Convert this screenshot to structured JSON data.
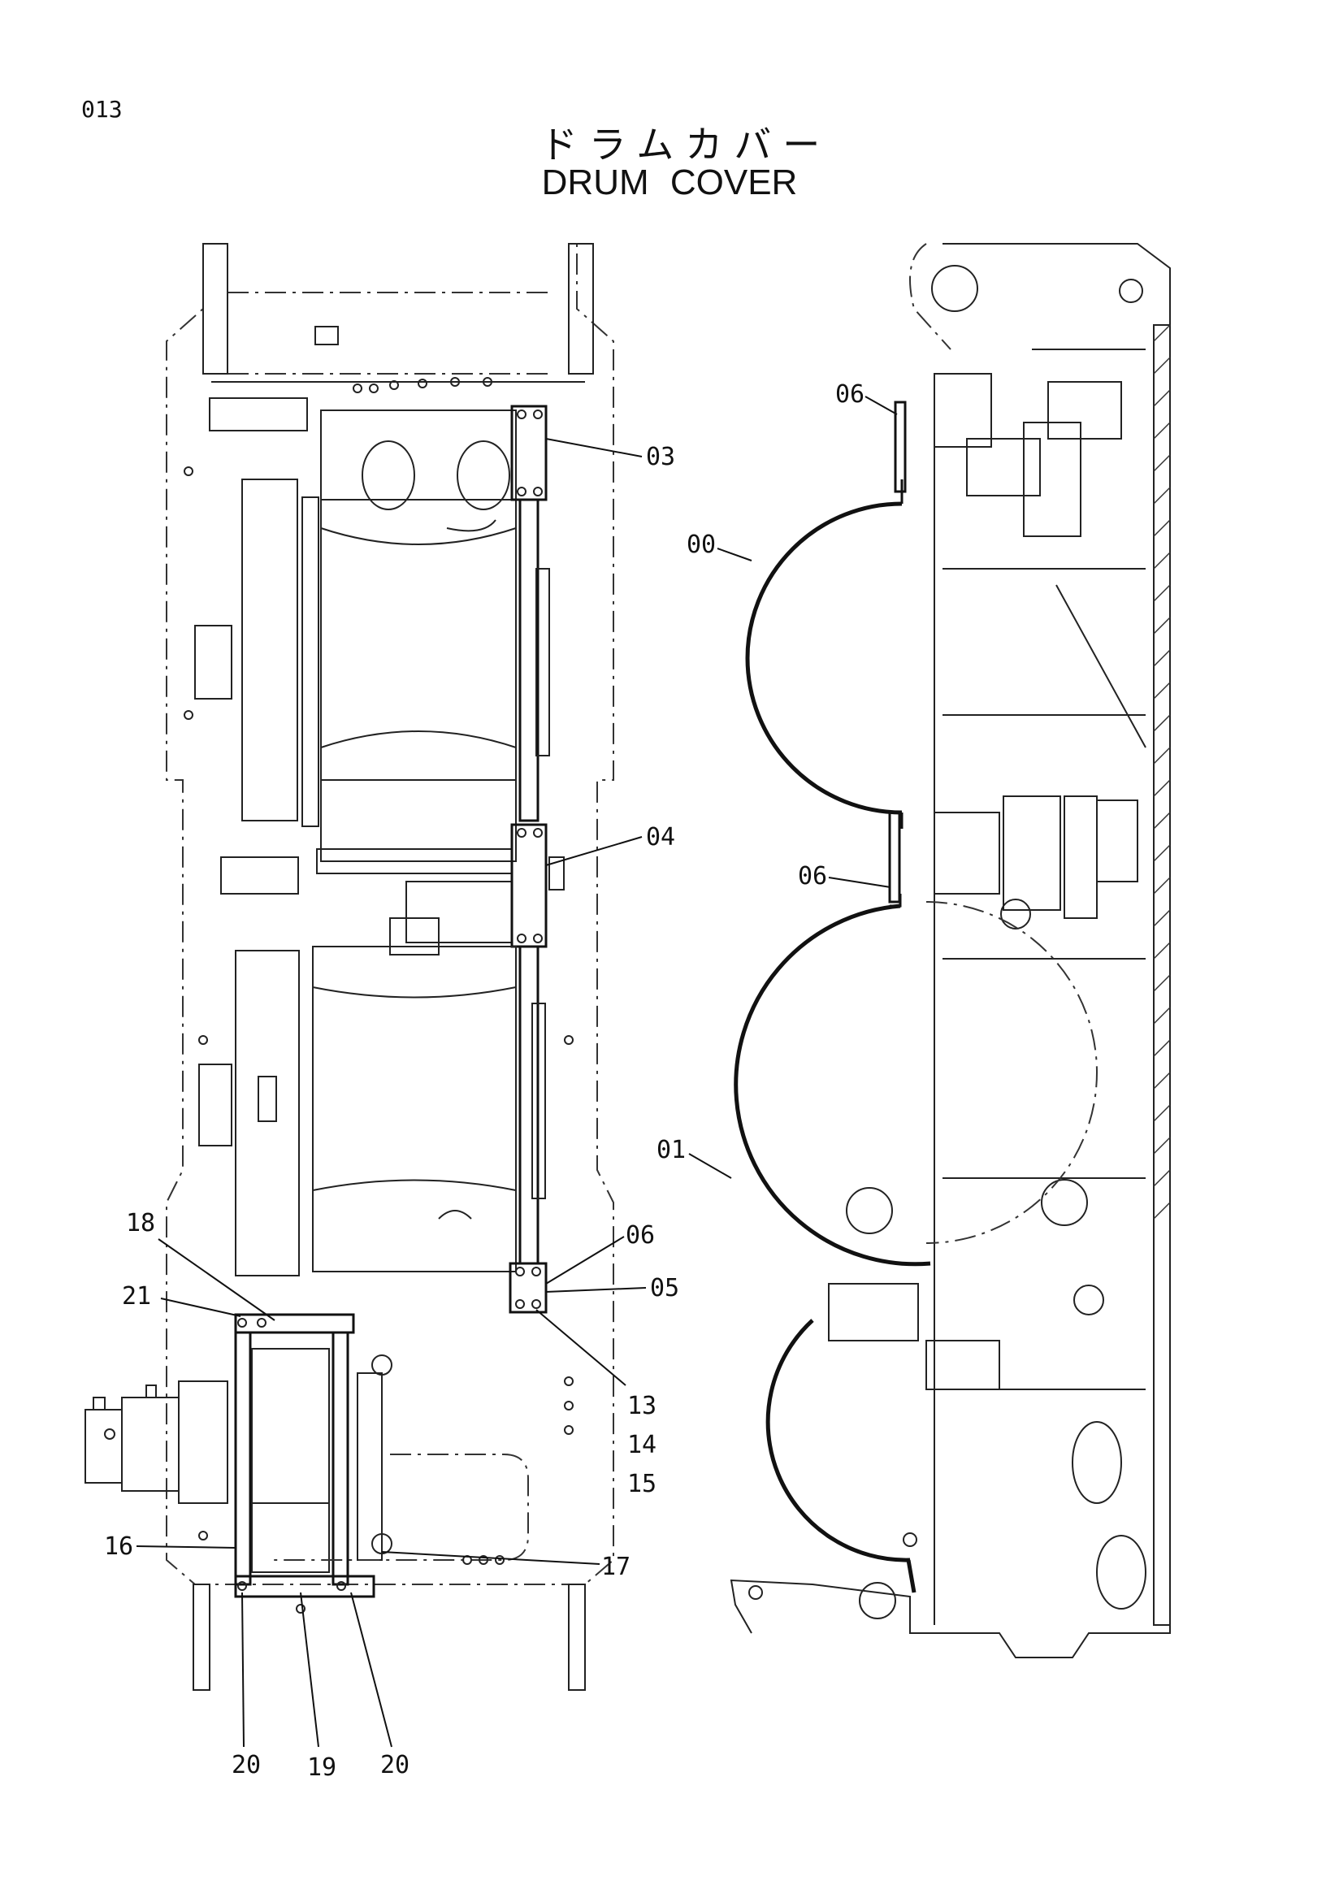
{
  "page": {
    "number": "013"
  },
  "title": {
    "jp": "ドラムカバー",
    "en": "DRUM COVER"
  },
  "callouts": {
    "c03": "03",
    "c04": "04",
    "c05": "05",
    "c06a": "06",
    "c06b": "06",
    "c06c": "06",
    "c00": "00",
    "c01": "01",
    "c13": "13",
    "c14": "14",
    "c15": "15",
    "c16": "16",
    "c17": "17",
    "c18": "18",
    "c19": "19",
    "c20a": "20",
    "c20b": "20",
    "c21": "21"
  }
}
